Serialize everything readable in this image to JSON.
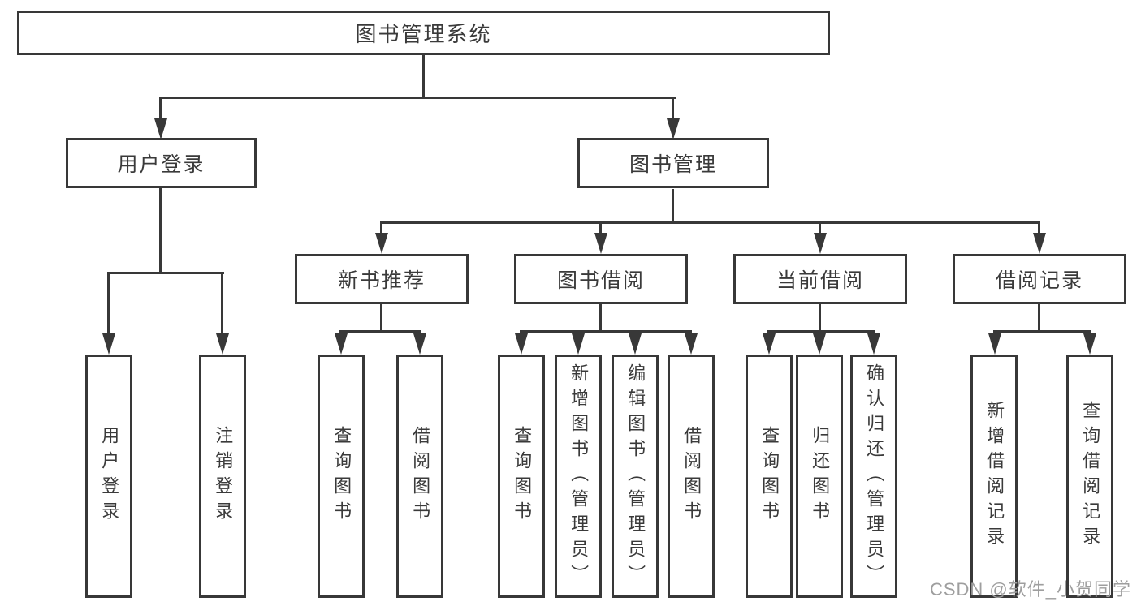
{
  "diagram": {
    "type": "hierarchy-tree",
    "root": {
      "label": "图书管理系统"
    },
    "level2": [
      {
        "label": "用户登录",
        "children": [
          {
            "label": "用户登录"
          },
          {
            "label": "注销登录"
          }
        ]
      },
      {
        "label": "图书管理",
        "children": [
          {
            "label": "新书推荐",
            "children": [
              {
                "label": "查询图书"
              },
              {
                "label": "借阅图书"
              }
            ]
          },
          {
            "label": "图书借阅",
            "children": [
              {
                "label": "查询图书"
              },
              {
                "label": "新增图书（管理员）"
              },
              {
                "label": "编辑图书（管理员）"
              },
              {
                "label": "借阅图书"
              }
            ]
          },
          {
            "label": "当前借阅",
            "children": [
              {
                "label": "查询图书"
              },
              {
                "label": "归还图书"
              },
              {
                "label": "确认归还（管理员）"
              }
            ]
          },
          {
            "label": "借阅记录",
            "children": [
              {
                "label": "新增借阅记录"
              },
              {
                "label": "查询借阅记录"
              }
            ]
          }
        ]
      }
    ]
  },
  "watermark": {
    "text": "CSDN @软件_小贺同学"
  },
  "colors": {
    "line": "#383838",
    "text": "#3a3a3a",
    "watermark": "#9e9e9e",
    "background": "#ffffff"
  }
}
